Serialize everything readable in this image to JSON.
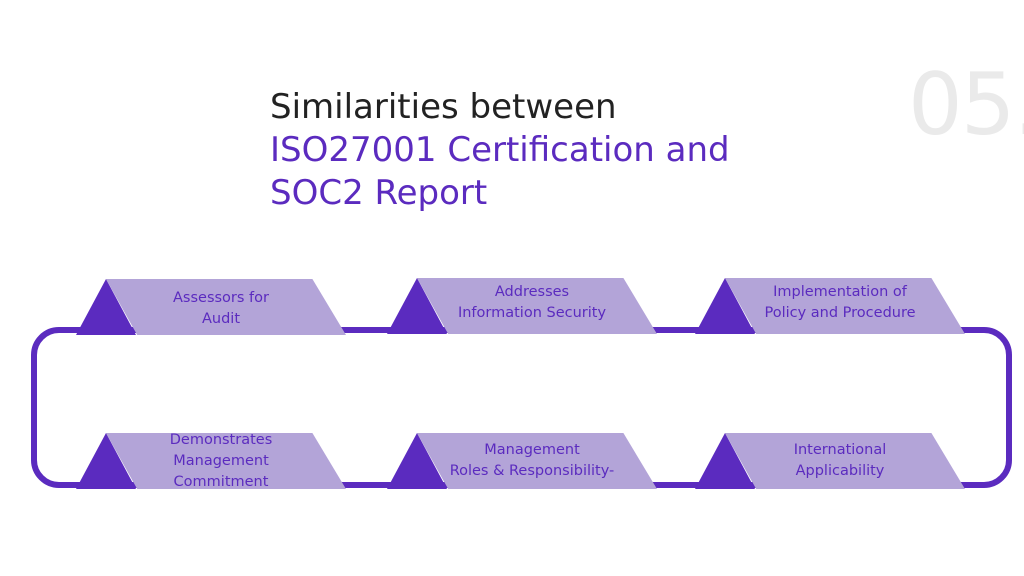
{
  "slide": {
    "number": "05.",
    "title_line1": "Similarities between",
    "title_line2": "ISO27001 Certification and",
    "title_line3": "SOC2 Report"
  },
  "colors": {
    "accent": "#5b2bbf",
    "card_fill": "#b3a4d8",
    "title_dark": "#222222",
    "number_gray": "#eaeaea"
  },
  "items": [
    {
      "lines": [
        "Assessors for",
        "Audit"
      ]
    },
    {
      "lines": [
        "Addresses",
        "Information Security"
      ]
    },
    {
      "lines": [
        "Implementation of",
        "Policy and Procedure"
      ]
    },
    {
      "lines": [
        "Demonstrates",
        "Management",
        "Commitment"
      ]
    },
    {
      "lines": [
        "Management",
        "Roles & Responsibility-"
      ]
    },
    {
      "lines": [
        "International",
        "Applicability"
      ]
    }
  ]
}
